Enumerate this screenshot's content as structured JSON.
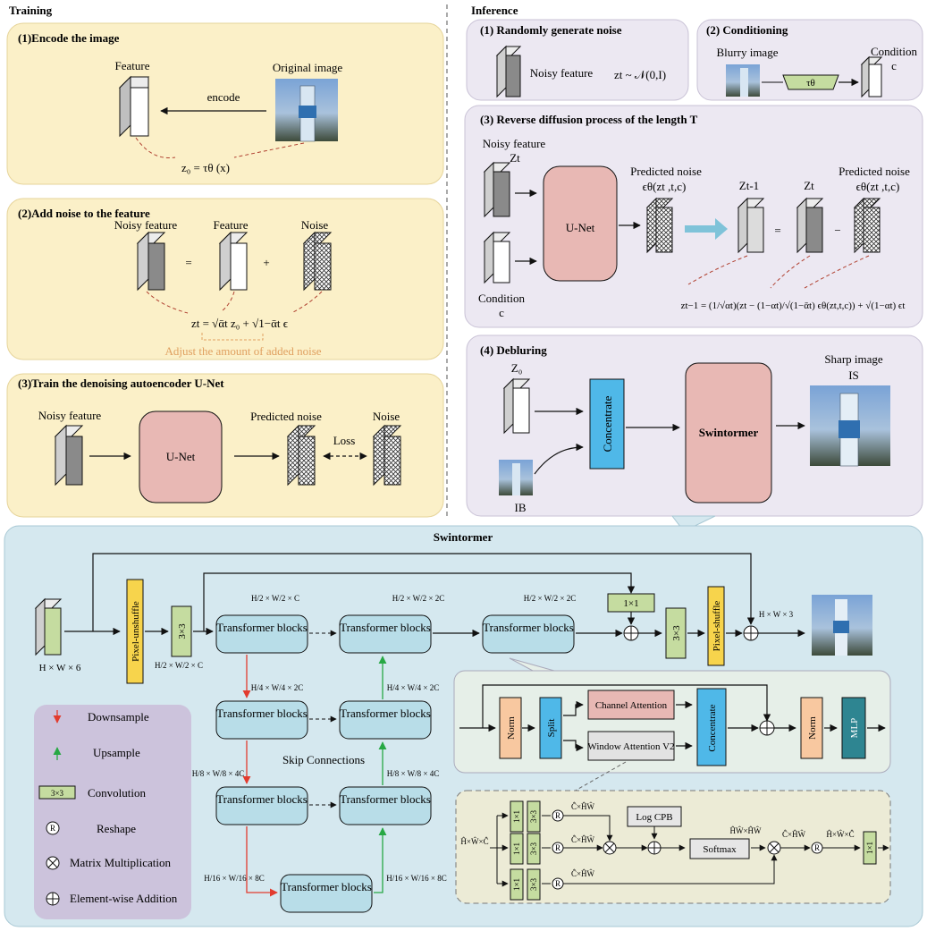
{
  "training": {
    "title": "Training",
    "encode": {
      "heading": "(1)Encode the image",
      "feature": "Feature",
      "original": "Original image",
      "encode_label": "encode",
      "formula": "z₀ = τθ (x)"
    },
    "noise": {
      "heading": "(2)Add noise to the feature",
      "noisy": "Noisy feature",
      "feature": "Feature",
      "noise": "Noise",
      "eq": "=",
      "plus": "+",
      "formula": "zt = √ᾱt z₀ + √1−ᾱt ϵ",
      "adjust": "Adjust the amount of added noise"
    },
    "train": {
      "heading": "(3)Train the denoising autoencoder U-Net",
      "noisy": "Noisy feature",
      "unet": "U-Net",
      "pred": "Predicted noise",
      "noise": "Noise",
      "loss": "Loss"
    }
  },
  "inference": {
    "title": "Inference",
    "random": {
      "heading": "(1) Randomly generate noise",
      "noisy": "Noisy feature",
      "formula": "zt ~ 𝒩(0,I)"
    },
    "cond": {
      "heading": "(2) Conditioning",
      "blurry": "Blurry image",
      "tau": "τθ",
      "condition": "Condition",
      "c": "c"
    },
    "reverse": {
      "heading": "(3) Reverse diffusion process of the length T",
      "noisy": "Noisy feature",
      "zt": "Zt",
      "unet": "U-Net",
      "condition": "Condition",
      "c": "c",
      "pred": "Predicted noise",
      "eps": "ϵθ(zt ,t,c)",
      "zt1": "Zt-1",
      "eq": "=",
      "zt2": "Zt",
      "minus": "−",
      "pred2": "Predicted noise",
      "eps2": "ϵθ(zt ,t,c)",
      "formula": "zt−1 = (1/√αt)(zt − (1−αt)/√(1−ᾱt) ϵθ(zt,t,c)) + √(1−αt) ϵt"
    },
    "deblur": {
      "heading": "(4) Debluring",
      "z0": "Z₀",
      "ib": "IB",
      "concat": "Concentrate",
      "swin": "Swintormer",
      "sharp": "Sharp image",
      "is": "IS"
    }
  },
  "swintormer": {
    "title": "Swintormer",
    "input_dim": "H × W × 6",
    "pixel_unshuffle": "Pixel-unshuffle",
    "conv3": "3×3",
    "dim1": "H/2 × W/2 × C",
    "tb": "Transformer blocks",
    "dim_top1": "H/2 × W/2 × C",
    "dim_top2": "H/2 × W/2 × 2C",
    "dim_top3": "H/2 × W/2 × 2C",
    "dim_l2": "H/4 × W/4 × 2C",
    "dim_r2": "H/4 × W/4 × 2C",
    "dim_l3": "H/8 × W/8 × 4C",
    "dim_r3": "H/8 × W/8 × 4C",
    "dim_l4": "H/16 × W/16 × 8C",
    "dim_r4": "H/16 × W/16 × 8C",
    "skip": "Skip Connections",
    "conv1": "1×1",
    "pixel_shuffle": "Pixel-shuffle",
    "out_dim": "H × W × 3",
    "legend": {
      "downsample": "Downsample",
      "upsample": "Upsample",
      "conv_box": "3×3",
      "convolution": "Convolution",
      "r": "R",
      "reshape": "Reshape",
      "matmul": "Matrix Multiplication",
      "add": "Element-wise Addition"
    },
    "block": {
      "norm": "Norm",
      "split": "Split",
      "channel": "Channel Attention",
      "window": "Window Attention V2",
      "concat": "Concentrate",
      "norm2": "Norm",
      "mlp": "MLP"
    },
    "attn": {
      "in_dim": "Ĥ×Ŵ×Ĉ",
      "c1": "1×1",
      "c3": "3×3",
      "r": "R",
      "d1": "Ĉ×ĤŴ",
      "d2": "Ĉ×ĤŴ",
      "d3": "Ĉ×ĤŴ",
      "logcpb": "Log CPB",
      "softmax": "Softmax",
      "d_hw": "ĤŴ×ĤŴ",
      "d_c": "Ĉ×ĤŴ",
      "d_out": "Ĥ×Ŵ×Ĉ"
    }
  },
  "colors": {
    "panel_yellow": "#fbf0c8",
    "panel_lavender": "#ece8f2",
    "panel_blue": "#d5e8ef",
    "unet_pink": "#e8b8b4",
    "concat_blue": "#4fb8e8",
    "tb_blue": "#b8dde8",
    "green": "#c5dca0",
    "orange_norm": "#f8c8a0",
    "teal_mlp": "#2e8591",
    "yellow_ps": "#f7d44c",
    "legend_purple": "#ccc3dc"
  }
}
